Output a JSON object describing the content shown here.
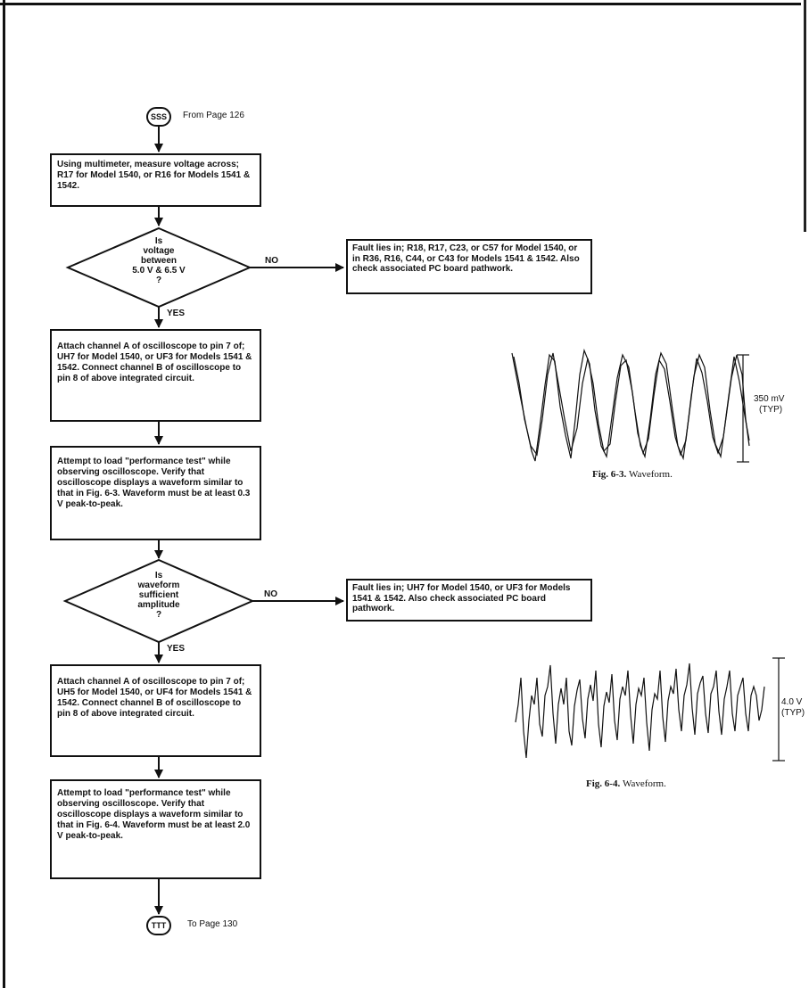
{
  "start": {
    "code": "SSS",
    "ref": "From Page 126"
  },
  "end": {
    "code": "TTT",
    "ref": "To Page 130"
  },
  "steps": [
    "Using multimeter, measure voltage across; R17 for Model 1540, or R16 for Models 1541 & 1542.",
    "Attach channel A of oscilloscope to pin 7 of; UH7 for Model 1540, or UF3 for Models 1541 & 1542. Connect channel B of oscilloscope to pin 8 of above integrated circuit.",
    "Attempt to load \"performance test\" while observing oscilloscope. Verify that oscilloscope displays a waveform similar to that in Fig. 6-3. Waveform must be at least 0.3 V peak-to-peak.",
    "Attach channel A of oscilloscope to pin 7 of; UH5 for Model 1540, or UF4 for Models 1541 & 1542. Connect channel B of oscilloscope to pin 8 of above integrated circuit.",
    "Attempt to load \"performance test\" while observing oscilloscope. Verify that oscilloscope displays a waveform similar to that in Fig. 6-4. Waveform must be at least 2.0 V peak-to-peak."
  ],
  "decisions": [
    {
      "question": "Is voltage between 5.0 V & 6.5 V ?",
      "line1": "Is",
      "line2": "voltage",
      "line3": "between",
      "line4": "5.0 V & 6.5 V",
      "line5": "?",
      "no_label": "NO",
      "yes_label": "YES",
      "fault": "Fault lies in; R18, R17, C23, or C57 for Model 1540, or in R36, R16, C44, or C43 for Models 1541 & 1542. Also check associated PC board pathwork."
    },
    {
      "question": "Is waveform sufficient amplitude ?",
      "line1": "Is",
      "line2": "waveform",
      "line3": "sufficient",
      "line4": "amplitude",
      "line5": "?",
      "no_label": "NO",
      "yes_label": "YES",
      "fault": "Fault lies in; UH7 for Model 1540, or UF3 for Models 1541 & 1542. Also check associated PC board pathwork."
    }
  ],
  "figures": [
    {
      "caption_num": "Fig. 6-3.",
      "caption_word": "Waveform.",
      "scale_value": "350 mV",
      "scale_note": "(TYP)"
    },
    {
      "caption_num": "Fig. 6-4.",
      "caption_word": "Waveform.",
      "scale_value": "4.0 V",
      "scale_note": "(TYP)"
    }
  ],
  "colors": {
    "ink": "#111111",
    "paper": "#ffffff"
  }
}
